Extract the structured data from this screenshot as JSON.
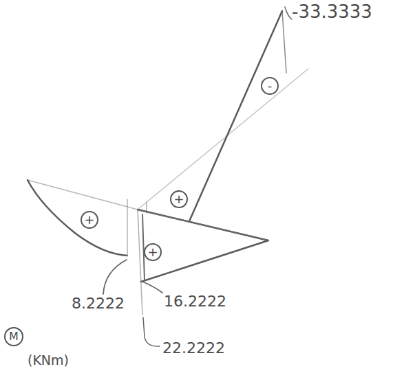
{
  "diagram": {
    "labels": [
      "-33.3333",
      "-",
      "+",
      "+",
      "+",
      "8.2222",
      "16.2222",
      "22.2222",
      "M",
      "(KNm)"
    ]
  }
}
